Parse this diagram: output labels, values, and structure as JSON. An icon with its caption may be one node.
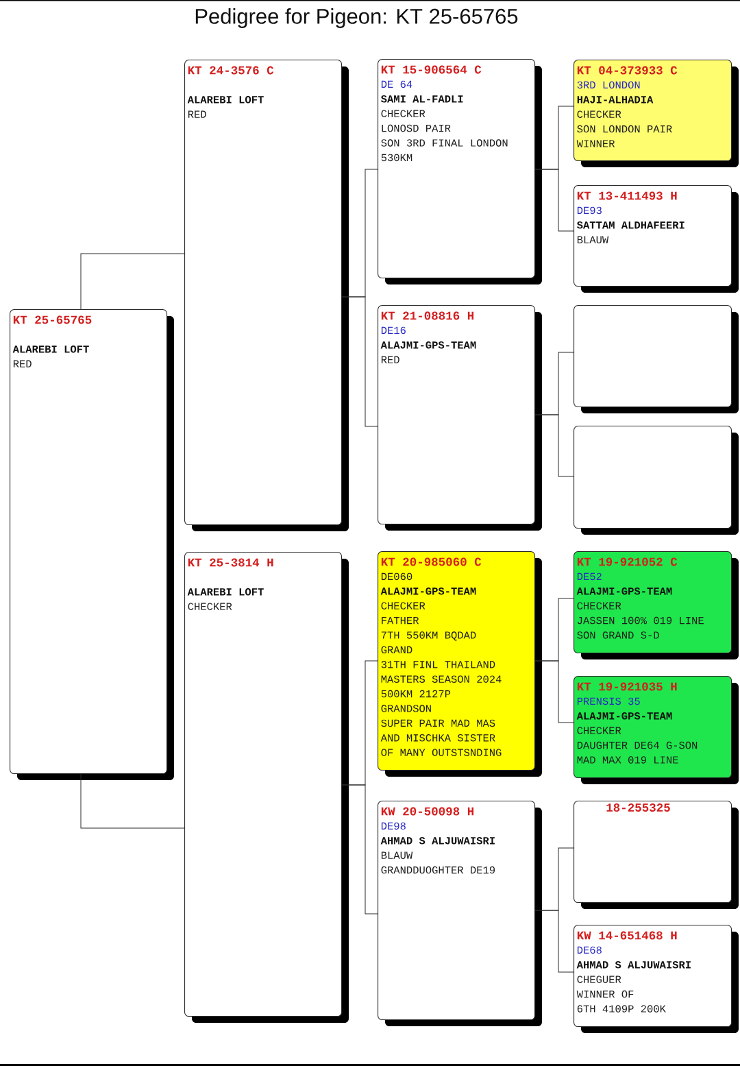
{
  "diagram": {
    "title": "Pedigree for Pigeon: KT 25-65765",
    "nodes": [
      {
        "text": [
          "KT 25-65765",
          "ALAREBI LOFT",
          "RED"
        ]
      },
      {
        "text": [
          "KT 24-3576 C",
          "ALAREBI LOFT",
          "RED"
        ]
      },
      {
        "text": [
          "KT 25-3814 H",
          "ALAREBI LOFT",
          "CHECKER"
        ]
      },
      {
        "text": [
          "KT 15-906564 C",
          "DE 64",
          "SAMI AL-FADLI",
          "CHECKER",
          "LONOSD PAIR",
          "SON 3RD FINAL LONDON",
          "530KM"
        ]
      },
      {
        "text": [
          "KT 21-08816 H",
          "DE16",
          "ALAJMI-GPS-TEAM",
          "RED"
        ]
      },
      {
        "text": [
          "KT 20-985060 C",
          "DE060",
          "ALAJMI-GPS-TEAM",
          "CHECKER",
          "FATHER",
          "7TH 550KM BQDAD",
          "GRAND",
          "31TH FINL THAILAND",
          "MASTERS SEASON 2024",
          "500KM 2127P",
          "GRANDSON",
          "SUPER PAIR MAD MAS",
          "AND MISCHKA SISTER",
          "OF MANY OUTSTSNDING"
        ]
      },
      {
        "text": [
          "KW 20-50098 H",
          "DE98",
          "AHMAD S ALJUWAISRI",
          "BLAUW",
          "GRANDDUOGHTER DE19"
        ]
      },
      {
        "text": [
          "KT 04-373933 C",
          "3RD LONDON",
          "HAJI-ALHADIA",
          "CHECKER",
          "SON LONDON PAIR",
          "WINNER"
        ]
      },
      {
        "text": [
          "KT 13-411493 H",
          "DE93",
          "SATTAM ALDHAFEERI",
          "BLAUW"
        ]
      },
      {
        "text": [],
        "shape": "box"
      },
      {
        "text": [],
        "shape": "box"
      },
      {
        "text": [
          "KT 19-921052 C",
          "DE52",
          "ALAJMI-GPS-TEAM",
          "CHECKER",
          "JASSEN 100% 019 LINE",
          "SON GRAND S-D"
        ]
      },
      {
        "text": [
          "KT 19-921035 H",
          "PRENSIS 35",
          "ALAJMI-GPS-TEAM",
          "CHECKER",
          "DAUGHTER DE64 G-SON",
          "MAD MAX 019 LINE"
        ]
      },
      {
        "text": [
          "18-255325"
        ]
      },
      {
        "text": [
          "KW 14-651468 H",
          "DE68",
          "AHMAD S ALJUWAISRI",
          "CHEGUER",
          "WINNER OF",
          "6TH 4109P 200K"
        ]
      }
    ],
    "edges": [
      {
        "from": 0,
        "to": 1,
        "arrow": "none"
      },
      {
        "from": 0,
        "to": 2,
        "arrow": "none"
      },
      {
        "from": 1,
        "to": 3,
        "arrow": "none"
      },
      {
        "from": 1,
        "to": 4,
        "arrow": "none"
      },
      {
        "from": 2,
        "to": 5,
        "arrow": "none"
      },
      {
        "from": 2,
        "to": 6,
        "arrow": "none"
      },
      {
        "from": 3,
        "to": 7,
        "arrow": "none"
      },
      {
        "from": 3,
        "to": 8,
        "arrow": "none"
      },
      {
        "from": 4,
        "to": 9,
        "arrow": "none"
      },
      {
        "from": 4,
        "to": 10,
        "arrow": "none"
      },
      {
        "from": 5,
        "to": 11,
        "arrow": "none"
      },
      {
        "from": 5,
        "to": 12,
        "arrow": "none"
      },
      {
        "from": 6,
        "to": 13,
        "arrow": "none"
      },
      {
        "from": 6,
        "to": 14,
        "arrow": "none"
      }
    ]
  }
}
